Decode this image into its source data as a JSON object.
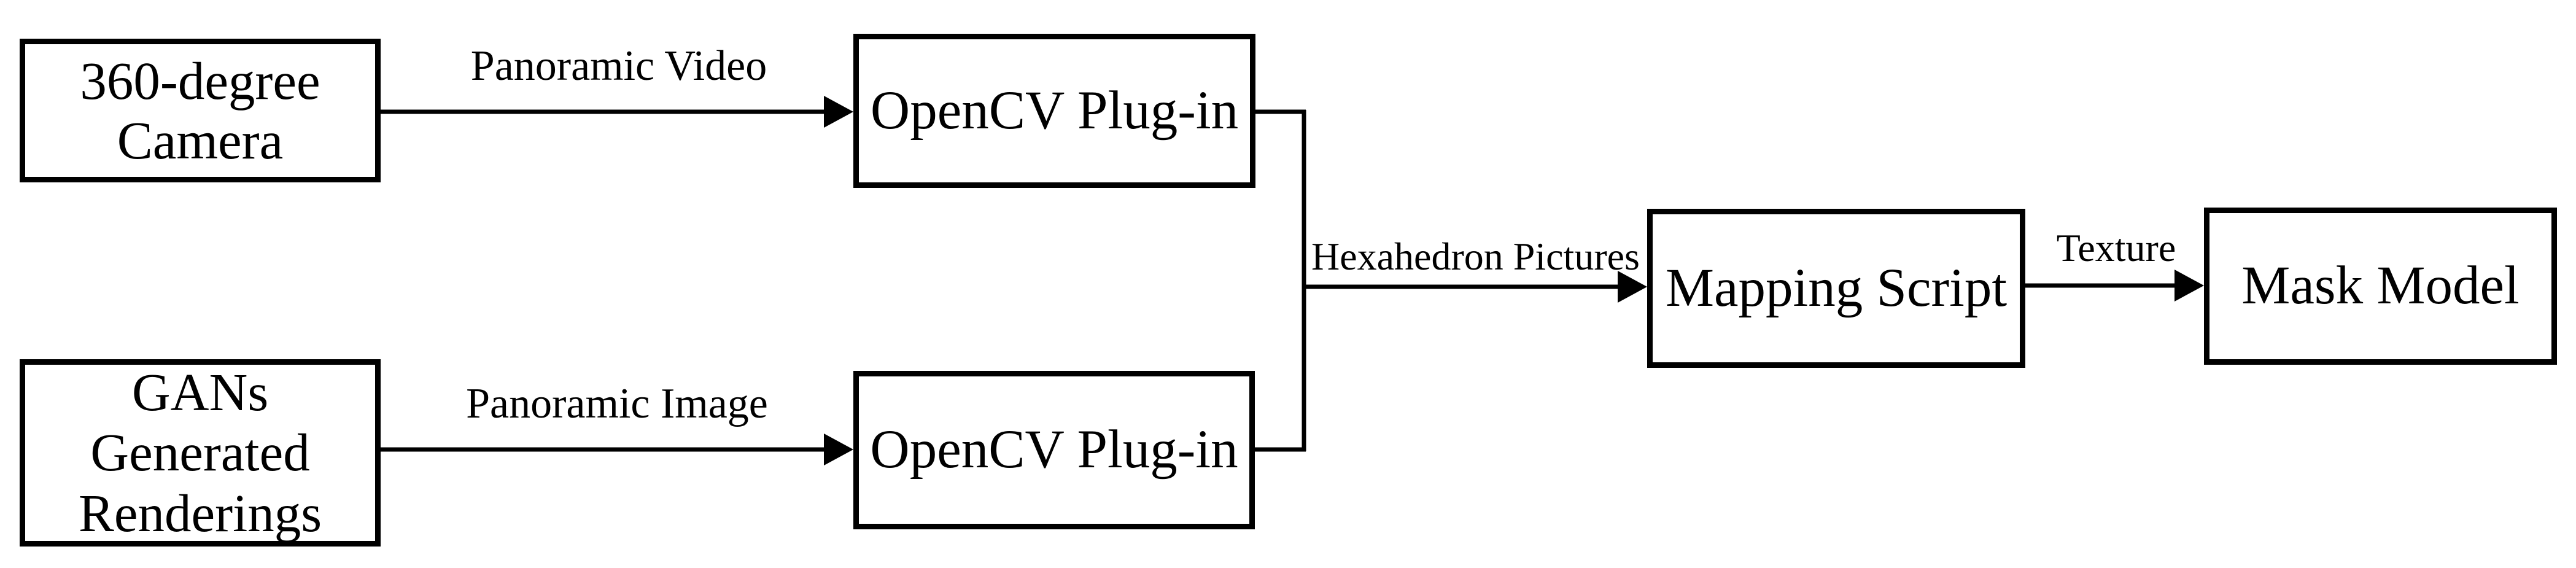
{
  "diagram": {
    "colors": {
      "background": "#ffffff",
      "stroke": "#000000",
      "text": "#000000"
    },
    "nodes": [
      {
        "id": "camera",
        "lines": [
          "360-degree",
          "Camera"
        ]
      },
      {
        "id": "gans",
        "lines": [
          "GANs",
          "Generated",
          "Renderings"
        ]
      },
      {
        "id": "opencv_top",
        "lines": [
          "OpenCV Plug-in"
        ]
      },
      {
        "id": "opencv_bottom",
        "lines": [
          "OpenCV Plug-in"
        ]
      },
      {
        "id": "mapping",
        "lines": [
          "Mapping Script"
        ]
      },
      {
        "id": "mask",
        "lines": [
          "Mask Model"
        ]
      }
    ],
    "edges": [
      {
        "from": "camera",
        "to": "opencv_top",
        "label": "Panoramic Video"
      },
      {
        "from": "gans",
        "to": "opencv_bottom",
        "label": "Panoramic Image"
      },
      {
        "from": "opencv_top + opencv_bottom",
        "to": "mapping",
        "label": "Hexahedron Pictures"
      },
      {
        "from": "mapping",
        "to": "mask",
        "label": "Texture"
      }
    ]
  }
}
